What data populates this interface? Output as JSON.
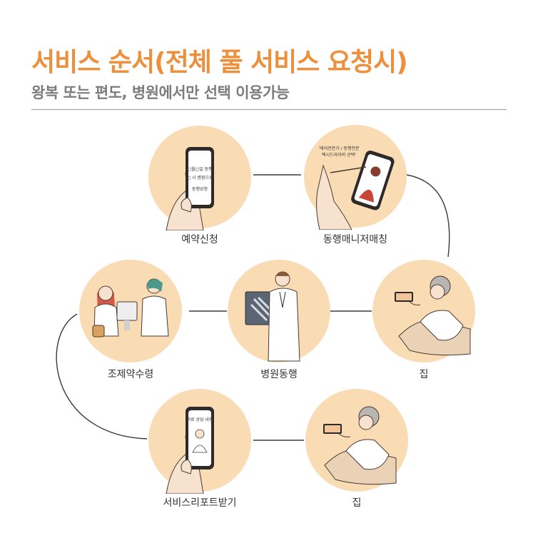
{
  "header": {
    "title": "서비스 순서(전체 풀 서비스 요청시)",
    "subtitle": "왕복 또는 편도, 병원에서만 선택 이용가능"
  },
  "steps": [
    {
      "label": "예약신청",
      "screen_lines": [
        "□월□일 동행",
        "□ 시 병원으로",
        "동행요청"
      ]
    },
    {
      "label": "동행매니저매칭",
      "bubble_lines": [
        "'케어전문가 / 동행전문",
        "택시드라이버 선택'"
      ]
    },
    {
      "label": "집"
    },
    {
      "label": "병원동행"
    },
    {
      "label": "조제약수령"
    },
    {
      "label": "서비스리포트받기",
      "screen_lines": [
        "의료 상담 내용"
      ]
    },
    {
      "label": "집"
    }
  ],
  "colors": {
    "accent": "#ee8f3c",
    "circle_fill": "#f9dcb4",
    "connector": "#3a3a3a",
    "subtitle": "#7c7c7c"
  }
}
